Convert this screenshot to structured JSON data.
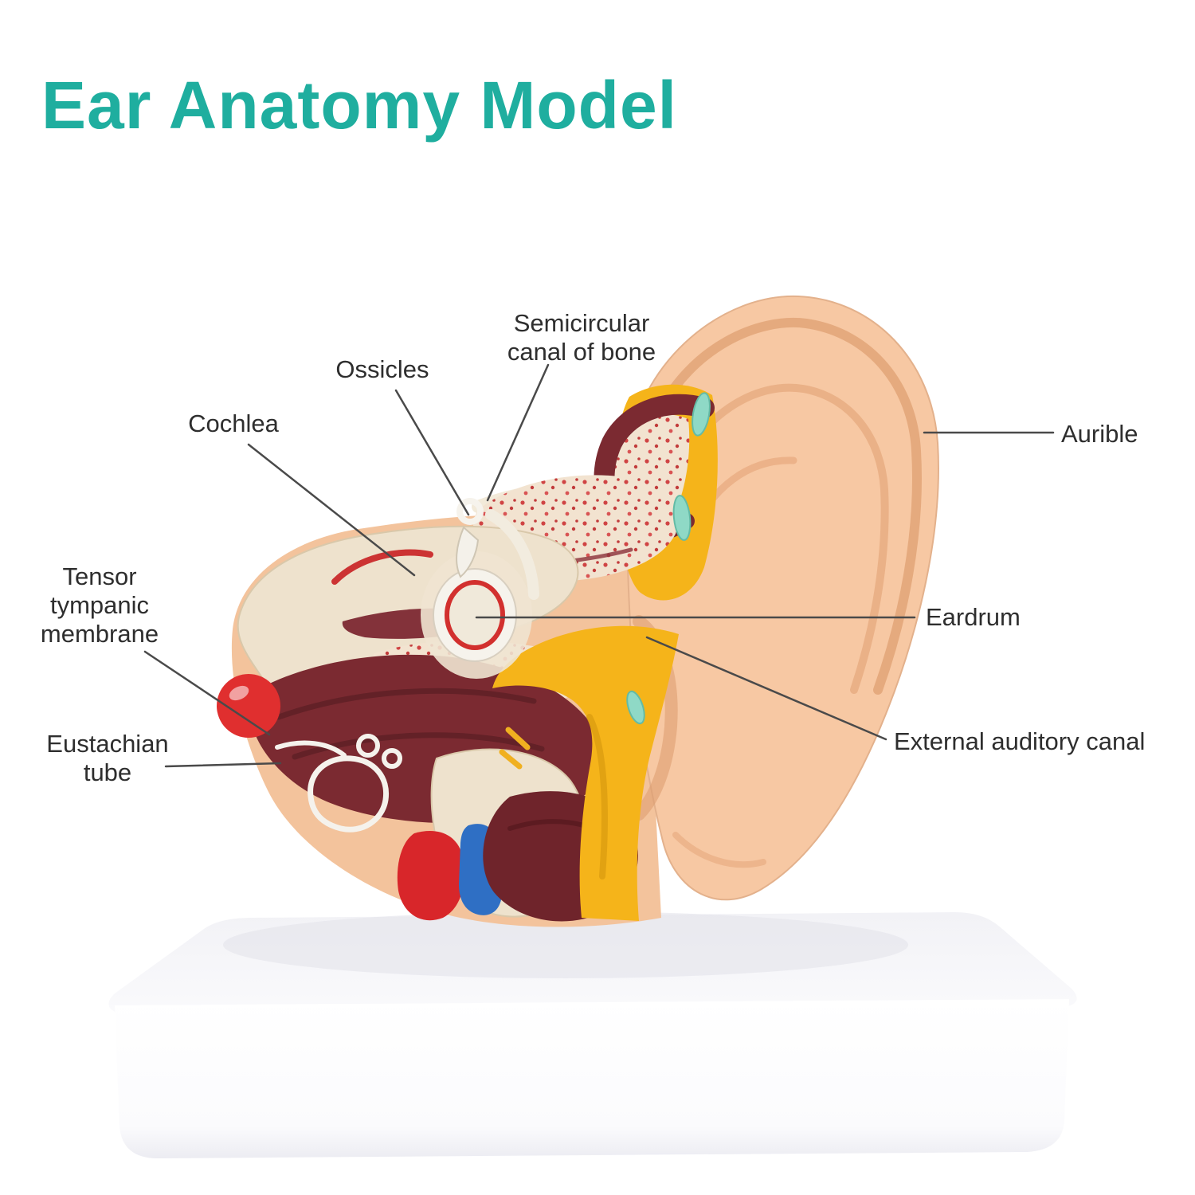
{
  "title": {
    "text": "Ear Anatomy Model"
  },
  "colors": {
    "accent": "#1fae9f",
    "label_text": "#2e2e2e",
    "leader_line": "#4a4a4a",
    "skin": "#f7c8a3",
    "skin_shade": "#e2a478",
    "yellow": "#f5b41a",
    "bone_cream": "#eee2cd",
    "muscle_maroon": "#7b2a31",
    "bright_red": "#e02f2f",
    "teal_spot": "#8fd9c6",
    "blue_part": "#2f6fc4",
    "white_part": "#f6f3ec",
    "base_white": "#ffffff"
  },
  "labels": [
    {
      "id": "semicircular-canal-of-bone",
      "text": "Semicircular\ncanal of bone"
    },
    {
      "id": "ossicles",
      "text": "Ossicles"
    },
    {
      "id": "cochlea",
      "text": "Cochlea"
    },
    {
      "id": "tensor-tympanic-membrane",
      "text": "Tensor\ntympanic\nmembrane"
    },
    {
      "id": "eustachian-tube",
      "text": "Eustachian\ntube"
    },
    {
      "id": "aurible",
      "text": "Aurible"
    },
    {
      "id": "eardrum",
      "text": "Eardrum"
    },
    {
      "id": "external-auditory-canal",
      "text": "External auditory canal"
    }
  ]
}
